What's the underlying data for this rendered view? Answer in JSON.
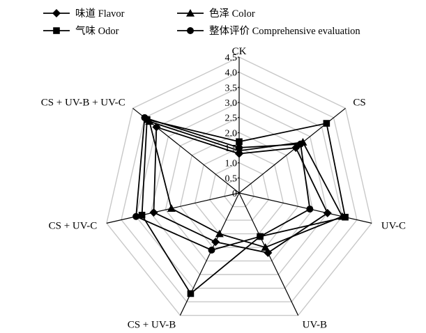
{
  "chart_data": {
    "type": "radar",
    "axes": [
      "CK",
      "CS",
      "UV-C",
      "UV-B",
      "CS + UV-B",
      "CS + UV-C",
      "CS + UV-B + UV-C"
    ],
    "ticks": [
      "0",
      "0.5",
      "1.0",
      "1.5",
      "2.0",
      "2.5",
      "3.0",
      "3.5",
      "4.0",
      "4.5"
    ],
    "rlim": [
      0,
      4.5
    ],
    "grid": true,
    "legend_position": "top",
    "series": [
      {
        "name": "味道 Flavor",
        "marker": "diamond",
        "values": [
          1.3,
          2.4,
          3.0,
          2.2,
          1.8,
          2.9,
          3.5
        ]
      },
      {
        "name": "色泽 Color",
        "marker": "triangle",
        "values": [
          1.4,
          2.7,
          3.5,
          2.0,
          1.5,
          2.3,
          3.8
        ]
      },
      {
        "name": "气味 Odor",
        "marker": "square",
        "values": [
          1.7,
          3.7,
          3.6,
          1.6,
          3.7,
          3.3,
          3.9
        ]
      },
      {
        "name": "整体评价 Comprehensive evaluation",
        "marker": "circle",
        "values": [
          1.5,
          2.6,
          2.4,
          1.6,
          2.1,
          3.5,
          4.0
        ]
      }
    ]
  }
}
